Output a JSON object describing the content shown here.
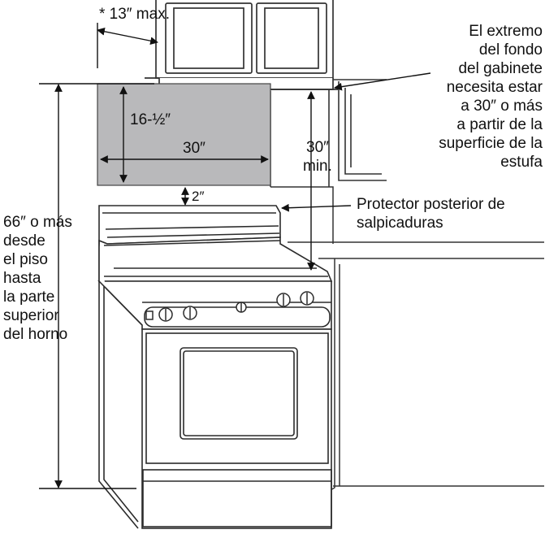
{
  "labels": {
    "cabinet_depth": "* 13″ max.",
    "cabinet_back_note": [
      "El extremo",
      "del fondo",
      "del gabinete",
      "necesita estar",
      "a 30″ o más",
      "a partir de la",
      "superficie de la",
      "estufa"
    ],
    "wall_height": "16-½″",
    "wall_width": "30″",
    "min_clearance_value": "30″",
    "min_clearance_unit": "min.",
    "gap": "2″",
    "backsplash": [
      "Protector posterior de",
      "salpicaduras"
    ],
    "floor_height": [
      "66″ o más",
      "desde",
      "el piso",
      "hasta",
      "la parte",
      "superior",
      "del horno"
    ]
  }
}
